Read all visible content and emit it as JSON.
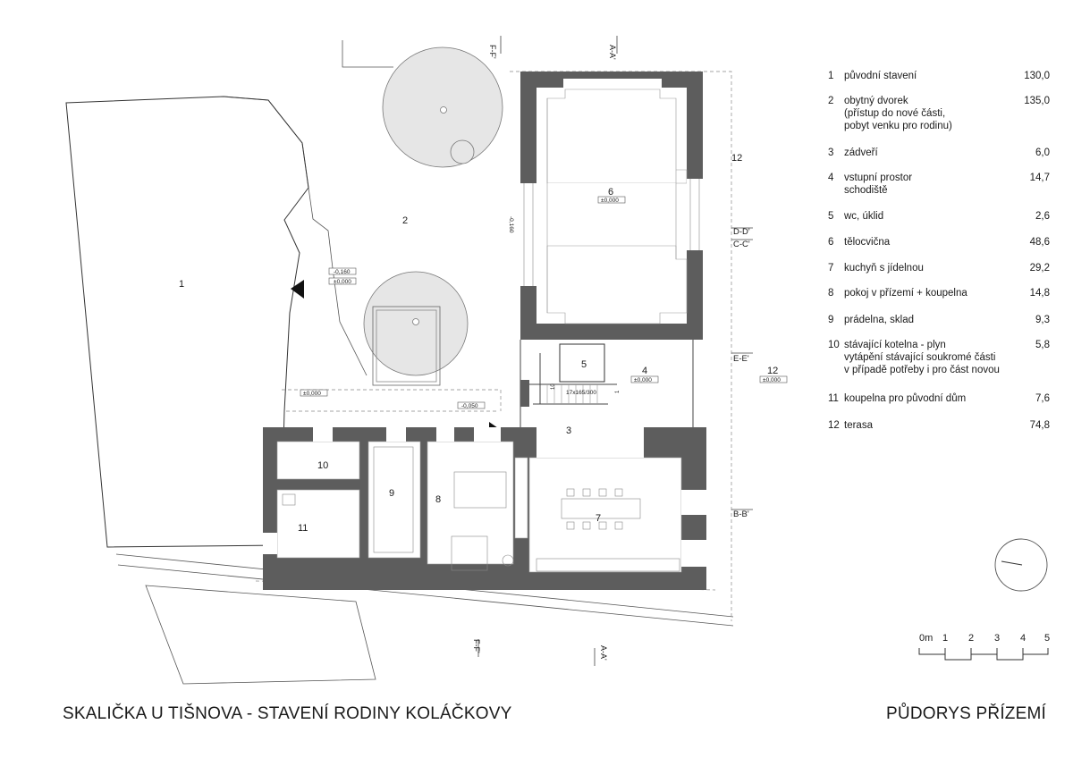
{
  "title": "SKALIČKA U TIŠNOVA - STAVENÍ RODINY KOLÁČKOVY",
  "sheet_title": "PŮDORYS PŘÍZEMÍ",
  "legend": [
    {
      "num": "1",
      "text": "původní stavení",
      "area": "130,0"
    },
    {
      "num": "2",
      "text": "obytný dvorek\n(přístup do nové části,\npobyt venku pro rodinu)",
      "area": "135,0"
    },
    {
      "num": "3",
      "text": "zádveří",
      "area": "6,0"
    },
    {
      "num": "4",
      "text": "vstupní prostor\nschodiště",
      "area": "14,7"
    },
    {
      "num": "5",
      "text": "wc, úklid",
      "area": "2,6"
    },
    {
      "num": "6",
      "text": "tělocvična",
      "area": "48,6"
    },
    {
      "num": "7",
      "text": "kuchyň s jídelnou",
      "area": "29,2"
    },
    {
      "num": "8",
      "text": "pokoj v přízemí + koupelna",
      "area": "14,8"
    },
    {
      "num": "9",
      "text": "prádelna, sklad",
      "area": "9,3"
    },
    {
      "num": "10",
      "text": "stávající kotelna - plyn\nvytápění stávající soukromé části\nv případě potřeby i pro část novou",
      "area": "5,8"
    },
    {
      "num": "11",
      "text": "koupelna pro původní dům",
      "area": "7,6"
    },
    {
      "num": "12",
      "text": "terasa",
      "area": "74,8"
    }
  ],
  "plan": {
    "room_labels": {
      "r1": "1",
      "r2": "2",
      "r3": "3",
      "r4": "4",
      "r5": "5",
      "r6": "6",
      "r7": "7",
      "r8": "8",
      "r9": "9",
      "r10": "10",
      "r11": "11",
      "r12a": "12",
      "r12b": "12"
    },
    "levels": {
      "l6": "±0,000",
      "l4": "±0,000",
      "l12": "±0,000",
      "court_a": "-0,160",
      "court_b": "±0,000",
      "court_c": "±0,000",
      "court_d": "-0,050",
      "walk_vertical": "-0,160"
    },
    "stair_note": "17x165/300",
    "stair_steps": "10",
    "stair_start": "1",
    "sections": {
      "dd": "D-D'",
      "cc": "C-C'",
      "ee": "E-E'",
      "bb": "B-B'",
      "ff_top": "F-F'",
      "aa_top": "A-A'",
      "ff_bottom": "F-F'",
      "aa_bottom": "A-A'"
    }
  },
  "scale_bar": {
    "labels": [
      "0m",
      "1",
      "2",
      "3",
      "4",
      "5"
    ]
  }
}
